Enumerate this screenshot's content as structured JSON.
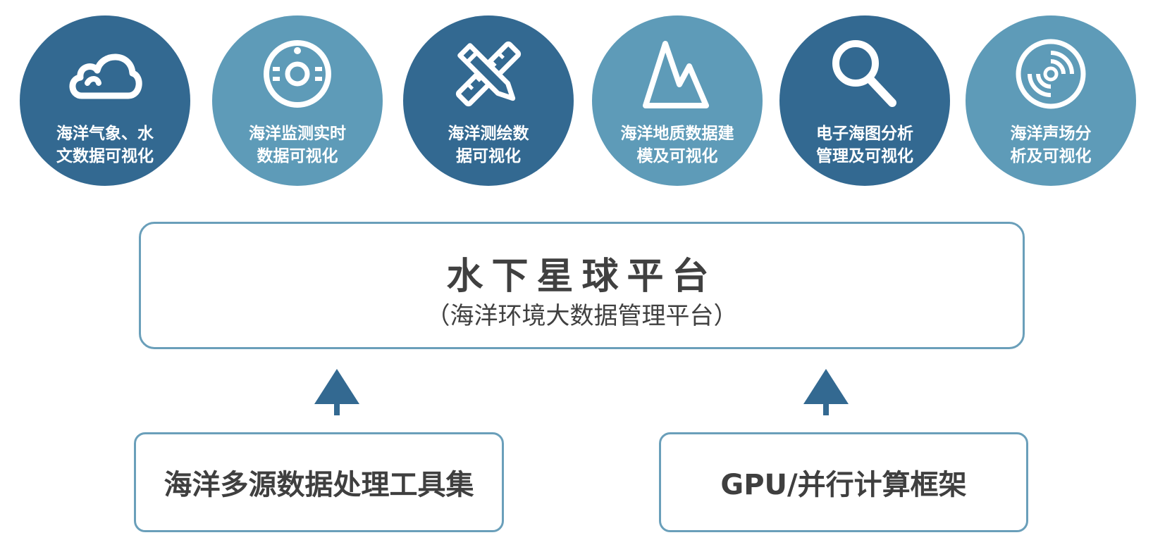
{
  "features": [
    {
      "label_line1": "海洋气象、水",
      "label_line2": "文数据可视化",
      "icon": "cloud-icon",
      "tone": "dark"
    },
    {
      "label_line1": "海洋监测实时",
      "label_line2": "数据可视化",
      "icon": "monitor-sensor-icon",
      "tone": "light"
    },
    {
      "label_line1": "海洋测绘数",
      "label_line2": "据可视化",
      "icon": "ruler-pencil-icon",
      "tone": "dark"
    },
    {
      "label_line1": "海洋地质数据建",
      "label_line2": "模及可视化",
      "icon": "mountain-icon",
      "tone": "light"
    },
    {
      "label_line1": "电子海图分析",
      "label_line2": "管理及可视化",
      "icon": "magnifier-icon",
      "tone": "dark"
    },
    {
      "label_line1": "海洋声场分",
      "label_line2": "析及可视化",
      "icon": "sonar-wave-icon",
      "tone": "light"
    }
  ],
  "platform": {
    "title": "水下星球平台",
    "subtitle": "（海洋环境大数据管理平台）"
  },
  "foundations": [
    {
      "label": "海洋多源数据处理工具集"
    },
    {
      "label": "GPU/并行计算框架"
    }
  ],
  "colors": {
    "dark_circle": "#336991",
    "light_circle": "#5e9bb8",
    "border": "#6a9fba",
    "arrow": "#336991",
    "text": "#404040"
  }
}
